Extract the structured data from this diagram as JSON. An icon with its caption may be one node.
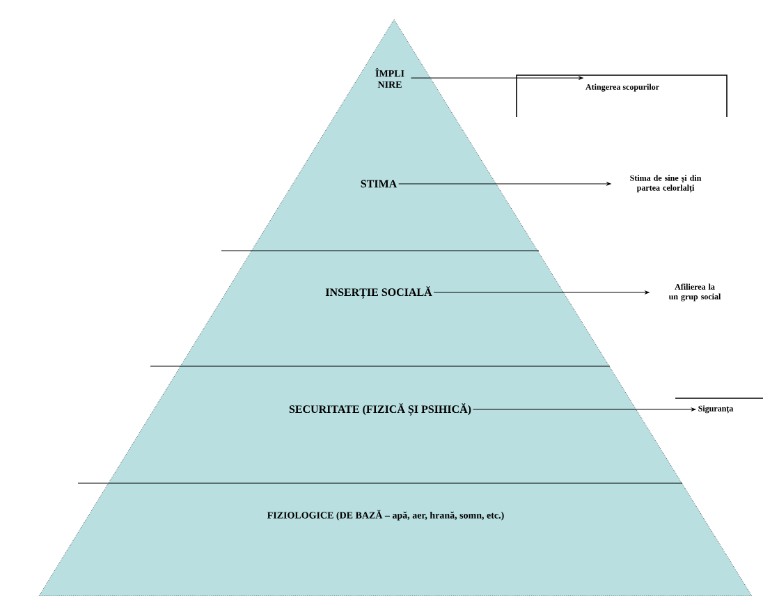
{
  "diagram": {
    "nodes": [
      {
        "text": [
          "ÎMPLI NIRE"
        ]
      },
      {
        "text": [
          "STIMA"
        ]
      },
      {
        "text": [
          "INSERȚIE SOCIALĂ"
        ]
      },
      {
        "text": [
          "SECURITATE (FIZICĂ ȘI PSIHICĂ)"
        ]
      },
      {
        "text": [
          "FIZIOLOGICE (DE BAZĂ – apă, aer, hrană, somn, etc.)"
        ]
      },
      {
        "text": [
          "Atingerea scopurilor"
        ]
      },
      {
        "text": [
          "Stima de sine și din partea celorlalți"
        ]
      },
      {
        "text": [
          "Afilierea la un grup social"
        ]
      },
      {
        "text": [
          "Siguranța"
        ]
      }
    ],
    "edges": [
      {
        "from": 0,
        "to": 5,
        "arrow": "to"
      },
      {
        "from": 1,
        "to": 6,
        "arrow": "to"
      },
      {
        "from": 2,
        "to": 7,
        "arrow": "to"
      },
      {
        "from": 3,
        "to": 8,
        "arrow": "to"
      }
    ]
  }
}
